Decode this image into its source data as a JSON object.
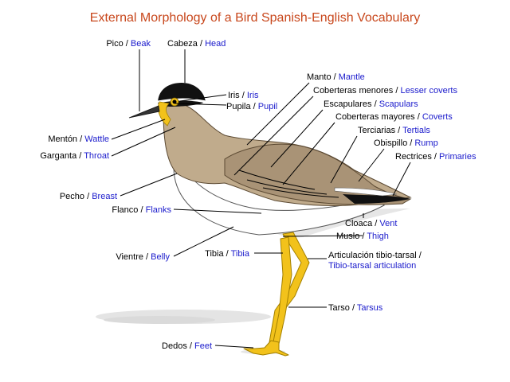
{
  "title": "External Morphology of a Bird Spanish-English Vocabulary",
  "colors": {
    "title": "#c8471c",
    "english": "#1a1acc",
    "body": "#c0ab8c",
    "wing": "#a99376",
    "legs": "#f2c21b",
    "cap": "#111111"
  },
  "labels": {
    "beak": {
      "es": "Pico",
      "en": "Beak"
    },
    "head": {
      "es": "Cabeza",
      "en": "Head"
    },
    "iris": {
      "es": "Iris",
      "en": "Iris"
    },
    "pupil": {
      "es": "Pupila",
      "en": "Pupil"
    },
    "mantle": {
      "es": "Manto",
      "en": "Mantle"
    },
    "lesser_coverts": {
      "es": "Coberteras menores",
      "en": "Lesser coverts"
    },
    "scapulars": {
      "es": "Escapulares",
      "en": "Scapulars"
    },
    "coverts": {
      "es": "Coberteras mayores",
      "en": "Coverts"
    },
    "tertials": {
      "es": "Terciarias",
      "en": "Tertials"
    },
    "rump": {
      "es": "Obispillo",
      "en": "Rump"
    },
    "primaries": {
      "es": "Rectrices",
      "en": "Primaries"
    },
    "wattle": {
      "es": "Mentón",
      "en": "Wattle"
    },
    "throat": {
      "es": "Garganta",
      "en": "Throat"
    },
    "breast": {
      "es": "Pecho",
      "en": "Breast"
    },
    "flanks": {
      "es": "Flanco",
      "en": "Flanks"
    },
    "vent": {
      "es": "Cloaca",
      "en": "Vent"
    },
    "thigh": {
      "es": "Muslo",
      "en": "Thigh"
    },
    "belly": {
      "es": "Vientre",
      "en": "Belly"
    },
    "tibia": {
      "es": "Tibia",
      "en": "Tibia"
    },
    "tibio_tarsal": {
      "es": "Articulación tibio-tarsal",
      "en": "Tibio-tarsal articulation"
    },
    "tarsus": {
      "es": "Tarso",
      "en": "Tarsus"
    },
    "feet": {
      "es": "Dedos",
      "en": "Feet"
    }
  },
  "separator": " / "
}
